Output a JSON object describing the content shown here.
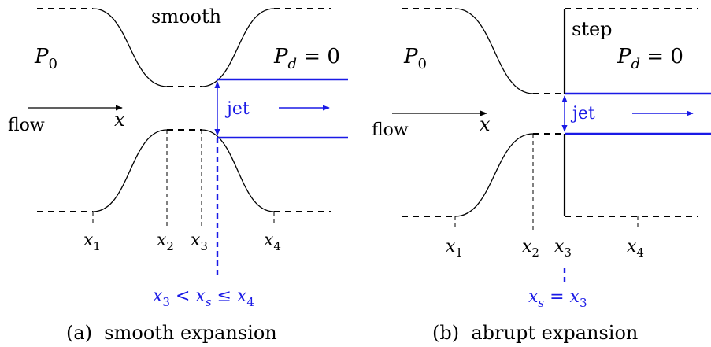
{
  "panel_a": {
    "wall_label": "smooth",
    "upstream_pressure": "P",
    "upstream_pressure_sub": "0",
    "downstream_pressure": "P",
    "downstream_pressure_sub": "d",
    "downstream_pressure_eq": " = 0",
    "jet_label": "jet",
    "flow_label": "flow",
    "axis_label": "x",
    "stations": [
      {
        "base": "x",
        "sub": "1"
      },
      {
        "base": "x",
        "sub": "2"
      },
      {
        "base": "x",
        "sub": "3"
      },
      {
        "base": "x",
        "sub": "4"
      }
    ],
    "separation_condition": {
      "a": "x",
      "a_sub": "3",
      "op1": " < ",
      "b": "x",
      "b_sub": "s",
      "op2": " ≤ ",
      "c": "x",
      "c_sub": "4"
    },
    "caption": "(a)  smooth expansion"
  },
  "panel_b": {
    "wall_label": "step",
    "upstream_pressure": "P",
    "upstream_pressure_sub": "0",
    "downstream_pressure": "P",
    "downstream_pressure_sub": "d",
    "downstream_pressure_eq": " = 0",
    "jet_label": "jet",
    "flow_label": "flow",
    "axis_label": "x",
    "stations": [
      {
        "base": "x",
        "sub": "1"
      },
      {
        "base": "x",
        "sub": "2"
      },
      {
        "base": "x",
        "sub": "3"
      },
      {
        "base": "x",
        "sub": "4"
      }
    ],
    "separation_condition": {
      "a": "x",
      "a_sub": "s",
      "op1": " = ",
      "b": "x",
      "b_sub": "3"
    },
    "caption": "(b)  abrupt expansion"
  },
  "colors": {
    "jet": "#1a1ae6",
    "wall": "#000000"
  }
}
